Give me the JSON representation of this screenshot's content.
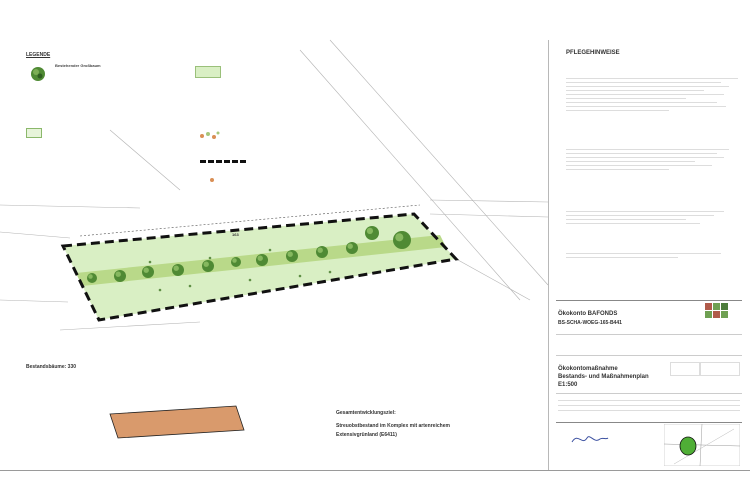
{
  "legend": {
    "title": "LEGENDE",
    "items": [
      {
        "label": "Bestehender Großbaum",
        "desc": "",
        "icon": "tree-icon"
      },
      {
        "label": "",
        "desc": "",
        "icon": "light-green-area-icon"
      },
      {
        "label": "",
        "desc": "",
        "icon": "hedge-area-icon"
      },
      {
        "label": "",
        "desc": "",
        "icon": "dashed-boundary-icon"
      },
      {
        "label": "",
        "desc": "",
        "icon": "orange-marker-icon"
      }
    ]
  },
  "bestand": {
    "heading": "Bestandsbäume: 330",
    "line2": "",
    "line3": "",
    "line4": ""
  },
  "goal": {
    "title": "Gesamtentwicklungsziel:",
    "line1": "Streuobstbestand im Komplex mit artenreichem",
    "line2": "Extensivgrünland (E6411)"
  },
  "site": {
    "dimension": "163",
    "labels": [
      "",
      "",
      "",
      "",
      "",
      "",
      "",
      "",
      ""
    ]
  },
  "care": {
    "title": "PFLEGEHINWEISE",
    "section1": "",
    "section2": "",
    "section3": "",
    "section4": ""
  },
  "project": {
    "label": "",
    "name": "Ökokonto BAFONDS",
    "code": "BS-SCHA-WOEG-165-B441",
    "address": ""
  },
  "plan": {
    "type": "",
    "title1": "Ökokontomaßnahme",
    "title2": "Bestands- und Maßnahmenplan",
    "title3": "E1:500",
    "logo_text": ""
  },
  "office": {
    "text": ""
  },
  "colors": {
    "meadow": "#d9efc4",
    "hedge": "#b9d989",
    "tree": "#4f8a34",
    "tree_dark": "#2f5e20",
    "boundary": "#111111",
    "orange": "#d98f55"
  }
}
